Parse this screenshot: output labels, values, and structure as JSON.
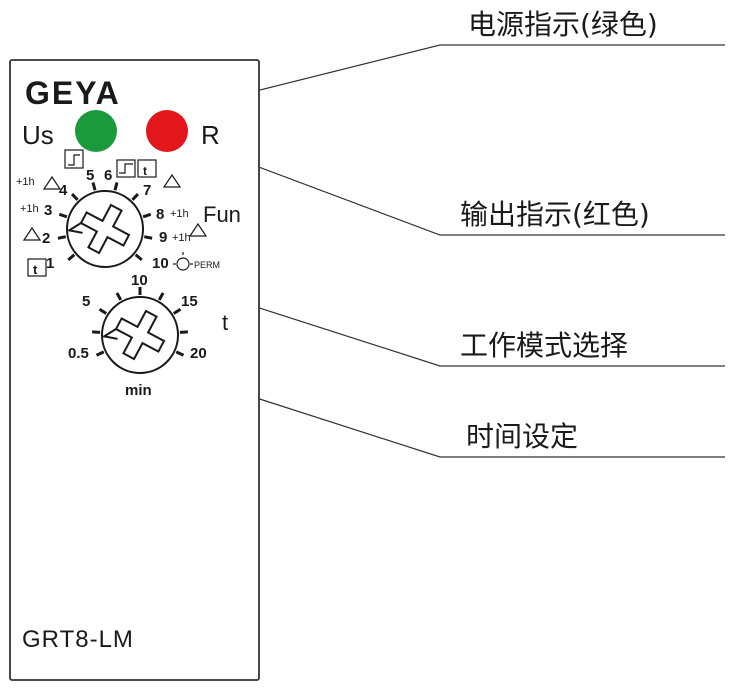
{
  "brand": {
    "logo_text": "GEYA"
  },
  "device": {
    "model": "GRT8-LM",
    "led_power_label": "Us",
    "led_relay_label": "R",
    "colors": {
      "led_power": "#1a9a3a",
      "led_relay": "#e3161b"
    }
  },
  "function_dial": {
    "label": "Fun",
    "numbers": [
      "1",
      "2",
      "3",
      "4",
      "5",
      "6",
      "7",
      "8",
      "9",
      "10"
    ],
    "plus_1h": "+1h",
    "t_label": "t",
    "perm_label": "PERM"
  },
  "time_dial": {
    "label": "t",
    "unit": "min",
    "numbers": [
      "0.5",
      "5",
      "10",
      "15",
      "20"
    ]
  },
  "annotations": {
    "power_indicator": "电源指示(绿色)",
    "output_indicator": "输出指示(红色)",
    "mode_select": "工作模式选择",
    "time_setting": "时间设定"
  }
}
